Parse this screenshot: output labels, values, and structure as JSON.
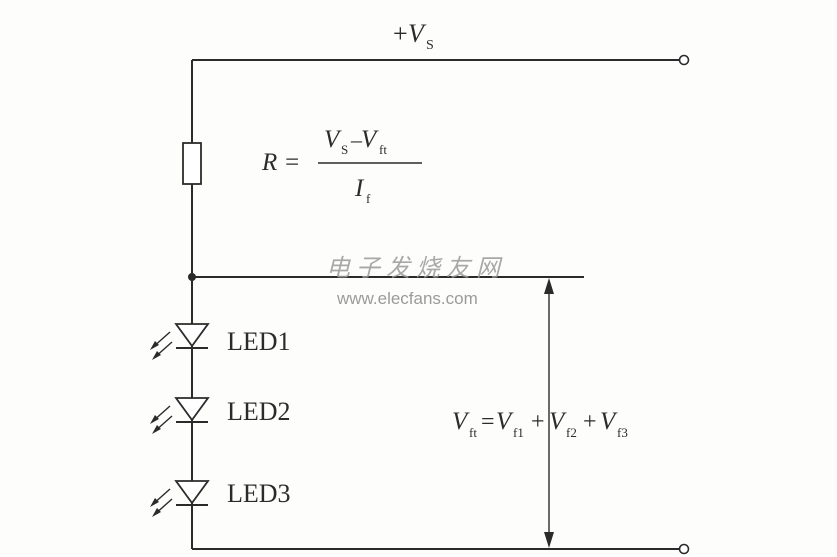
{
  "supply": {
    "plus": "+",
    "symbol": "V",
    "subscript": "S"
  },
  "resistor_formula": {
    "lhs": "R =",
    "num_v1": "V",
    "num_v1_sub": "S",
    "num_op": "–",
    "num_v2": "V",
    "num_v2_sub": "ft",
    "den": "I",
    "den_sub": "f"
  },
  "leds": [
    {
      "label": "LED1"
    },
    {
      "label": "LED2"
    },
    {
      "label": "LED3"
    }
  ],
  "voltage_sum": {
    "lhs": "V",
    "lhs_sub": "ft",
    "eq": "=",
    "t1": "V",
    "t1_sub": "f1",
    "p1": "+",
    "t2": "V",
    "t2_sub": "f2",
    "p2": "+",
    "t3": "V",
    "t3_sub": "f3"
  },
  "watermark": {
    "cn": "电子发烧友网",
    "url": "www.elecfans.com"
  }
}
